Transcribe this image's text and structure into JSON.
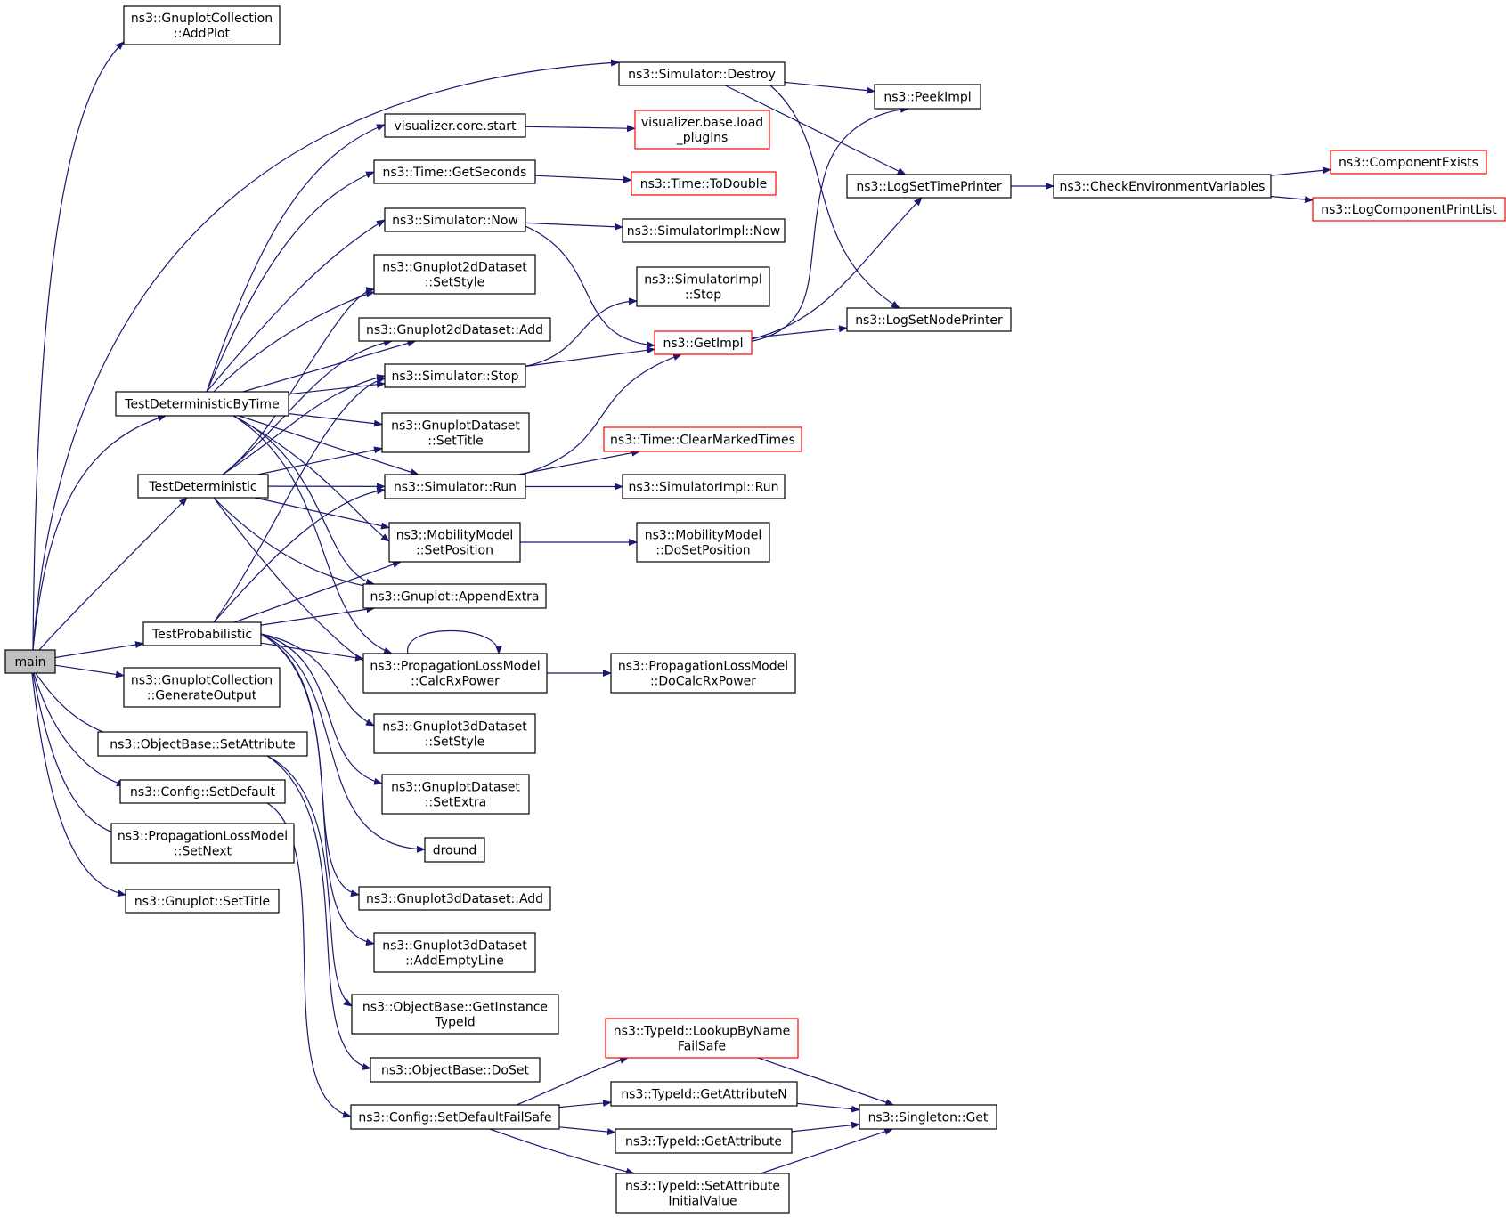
{
  "diagram": {
    "colors": {
      "edge": "#191970",
      "node_border": "#000000",
      "node_border_undocumented": "#ff0000",
      "root_fill": "#bfbfbf",
      "node_fill": "#ffffff",
      "text": "#000000"
    },
    "nodes": [
      {
        "id": "main",
        "lines": [
          "main"
        ],
        "root": true
      },
      {
        "id": "addplot",
        "lines": [
          "ns3::GnuplotCollection",
          "::AddPlot"
        ]
      },
      {
        "id": "simdestroy",
        "lines": [
          "ns3::Simulator::Destroy"
        ]
      },
      {
        "id": "peekimpl",
        "lines": [
          "ns3::PeekImpl"
        ]
      },
      {
        "id": "vizstart",
        "lines": [
          "visualizer.core.start"
        ]
      },
      {
        "id": "vizload",
        "lines": [
          "visualizer.base.load",
          "_plugins"
        ],
        "red": true
      },
      {
        "id": "getseconds",
        "lines": [
          "ns3::Time::GetSeconds"
        ]
      },
      {
        "id": "todouble",
        "lines": [
          "ns3::Time::ToDouble"
        ],
        "red": true
      },
      {
        "id": "logsettime",
        "lines": [
          "ns3::LogSetTimePrinter"
        ]
      },
      {
        "id": "checkenv",
        "lines": [
          "ns3::CheckEnvironmentVariables"
        ]
      },
      {
        "id": "compexists",
        "lines": [
          "ns3::ComponentExists"
        ],
        "red": true
      },
      {
        "id": "logcompprint",
        "lines": [
          "ns3::LogComponentPrintList"
        ],
        "red": true
      },
      {
        "id": "simnow",
        "lines": [
          "ns3::Simulator::Now"
        ]
      },
      {
        "id": "simimplnow",
        "lines": [
          "ns3::SimulatorImpl::Now"
        ]
      },
      {
        "id": "g2dsetstyle",
        "lines": [
          "ns3::Gnuplot2dDataset",
          "::SetStyle"
        ]
      },
      {
        "id": "simimplstop",
        "lines": [
          "ns3::SimulatorImpl",
          "::Stop"
        ]
      },
      {
        "id": "logsetnode",
        "lines": [
          "ns3::LogSetNodePrinter"
        ]
      },
      {
        "id": "g2dadd",
        "lines": [
          "ns3::Gnuplot2dDataset::Add"
        ]
      },
      {
        "id": "getimpl",
        "lines": [
          "ns3::GetImpl"
        ],
        "red": true
      },
      {
        "id": "simstop",
        "lines": [
          "ns3::Simulator::Stop"
        ]
      },
      {
        "id": "tdbt",
        "lines": [
          "TestDeterministicByTime"
        ]
      },
      {
        "id": "gdsettitle",
        "lines": [
          "ns3::GnuplotDataset",
          "::SetTitle"
        ]
      },
      {
        "id": "clearmarked",
        "lines": [
          "ns3::Time::ClearMarkedTimes"
        ],
        "red": true
      },
      {
        "id": "testdet",
        "lines": [
          "TestDeterministic"
        ]
      },
      {
        "id": "simrun",
        "lines": [
          "ns3::Simulator::Run"
        ]
      },
      {
        "id": "simimplrun",
        "lines": [
          "ns3::SimulatorImpl::Run"
        ]
      },
      {
        "id": "mmsetpos",
        "lines": [
          "ns3::MobilityModel",
          "::SetPosition"
        ]
      },
      {
        "id": "mmdosetpos",
        "lines": [
          "ns3::MobilityModel",
          "::DoSetPosition"
        ]
      },
      {
        "id": "appendextra",
        "lines": [
          "ns3::Gnuplot::AppendExtra"
        ]
      },
      {
        "id": "testprob",
        "lines": [
          "TestProbabilistic"
        ]
      },
      {
        "id": "calcrx",
        "lines": [
          "ns3::PropagationLossModel",
          "::CalcRxPower"
        ]
      },
      {
        "id": "docalcrx",
        "lines": [
          "ns3::PropagationLossModel",
          "::DoCalcRxPower"
        ]
      },
      {
        "id": "genoutput",
        "lines": [
          "ns3::GnuplotCollection",
          "::GenerateOutput"
        ]
      },
      {
        "id": "g3dsetstyle",
        "lines": [
          "ns3::Gnuplot3dDataset",
          "::SetStyle"
        ]
      },
      {
        "id": "obsetattr",
        "lines": [
          "ns3::ObjectBase::SetAttribute"
        ]
      },
      {
        "id": "configsetdef",
        "lines": [
          "ns3::Config::SetDefault"
        ]
      },
      {
        "id": "gdsetextra",
        "lines": [
          "ns3::GnuplotDataset",
          "::SetExtra"
        ]
      },
      {
        "id": "plmsetnext",
        "lines": [
          "ns3::PropagationLossModel",
          "::SetNext"
        ]
      },
      {
        "id": "dround",
        "lines": [
          "dround"
        ]
      },
      {
        "id": "gnuplotsettitle",
        "lines": [
          "ns3::Gnuplot::SetTitle"
        ]
      },
      {
        "id": "g3dadd",
        "lines": [
          "ns3::Gnuplot3dDataset::Add"
        ]
      },
      {
        "id": "g3daddempty",
        "lines": [
          "ns3::Gnuplot3dDataset",
          "::AddEmptyLine"
        ]
      },
      {
        "id": "obgetinst",
        "lines": [
          "ns3::ObjectBase::GetInstance",
          "TypeId"
        ]
      },
      {
        "id": "lookupbyname",
        "lines": [
          "ns3::TypeId::LookupByName",
          "FailSafe"
        ],
        "red": true
      },
      {
        "id": "obdoset",
        "lines": [
          "ns3::ObjectBase::DoSet"
        ]
      },
      {
        "id": "getattrn",
        "lines": [
          "ns3::TypeId::GetAttributeN"
        ]
      },
      {
        "id": "configsetdeffs",
        "lines": [
          "ns3::Config::SetDefaultFailSafe"
        ]
      },
      {
        "id": "singletonget",
        "lines": [
          "ns3::Singleton::Get"
        ]
      },
      {
        "id": "getattr",
        "lines": [
          "ns3::TypeId::GetAttribute"
        ]
      },
      {
        "id": "setattrinit",
        "lines": [
          "ns3::TypeId::SetAttribute",
          "InitialValue"
        ]
      }
    ],
    "edges": [
      [
        "main",
        "addplot"
      ],
      [
        "main",
        "simdestroy"
      ],
      [
        "main",
        "tdbt"
      ],
      [
        "main",
        "testdet"
      ],
      [
        "main",
        "testprob"
      ],
      [
        "main",
        "genoutput"
      ],
      [
        "main",
        "obsetattr"
      ],
      [
        "main",
        "configsetdef"
      ],
      [
        "main",
        "plmsetnext"
      ],
      [
        "main",
        "gnuplotsettitle"
      ],
      [
        "simdestroy",
        "peekimpl"
      ],
      [
        "simdestroy",
        "logsettime"
      ],
      [
        "simdestroy",
        "logsetnode"
      ],
      [
        "vizstart",
        "vizload"
      ],
      [
        "getseconds",
        "todouble"
      ],
      [
        "simnow",
        "simimplnow"
      ],
      [
        "simnow",
        "getimpl"
      ],
      [
        "simstop",
        "simimplstop"
      ],
      [
        "simstop",
        "getimpl"
      ],
      [
        "simrun",
        "clearmarked"
      ],
      [
        "simrun",
        "simimplrun"
      ],
      [
        "simrun",
        "getimpl"
      ],
      [
        "getimpl",
        "peekimpl"
      ],
      [
        "getimpl",
        "logsettime"
      ],
      [
        "getimpl",
        "logsetnode"
      ],
      [
        "logsettime",
        "checkenv"
      ],
      [
        "checkenv",
        "compexists"
      ],
      [
        "checkenv",
        "logcompprint"
      ],
      [
        "mmsetpos",
        "mmdosetpos"
      ],
      [
        "calcrx",
        "docalcrx"
      ],
      [
        "calcrx",
        "calcrx"
      ],
      [
        "tdbt",
        "vizstart"
      ],
      [
        "tdbt",
        "getseconds"
      ],
      [
        "tdbt",
        "simnow"
      ],
      [
        "tdbt",
        "g2dsetstyle"
      ],
      [
        "tdbt",
        "g2dadd"
      ],
      [
        "tdbt",
        "simstop"
      ],
      [
        "tdbt",
        "gdsettitle"
      ],
      [
        "tdbt",
        "simrun"
      ],
      [
        "tdbt",
        "mmsetpos"
      ],
      [
        "tdbt",
        "appendextra"
      ],
      [
        "tdbt",
        "calcrx"
      ],
      [
        "testdet",
        "g2dsetstyle"
      ],
      [
        "testdet",
        "g2dadd"
      ],
      [
        "testdet",
        "simstop"
      ],
      [
        "testdet",
        "gdsettitle"
      ],
      [
        "testdet",
        "simrun"
      ],
      [
        "testdet",
        "mmsetpos"
      ],
      [
        "testdet",
        "appendextra"
      ],
      [
        "testdet",
        "calcrx"
      ],
      [
        "testprob",
        "simstop"
      ],
      [
        "testprob",
        "simrun"
      ],
      [
        "testprob",
        "mmsetpos"
      ],
      [
        "testprob",
        "appendextra"
      ],
      [
        "testprob",
        "calcrx"
      ],
      [
        "testprob",
        "g3dsetstyle"
      ],
      [
        "testprob",
        "gdsetextra"
      ],
      [
        "testprob",
        "dround"
      ],
      [
        "testprob",
        "g3dadd"
      ],
      [
        "testprob",
        "g3daddempty"
      ],
      [
        "obsetattr",
        "obgetinst"
      ],
      [
        "obsetattr",
        "obdoset"
      ],
      [
        "configsetdef",
        "configsetdeffs"
      ],
      [
        "configsetdeffs",
        "lookupbyname"
      ],
      [
        "configsetdeffs",
        "getattrn"
      ],
      [
        "configsetdeffs",
        "getattr"
      ],
      [
        "configsetdeffs",
        "setattrinit"
      ],
      [
        "lookupbyname",
        "singletonget"
      ],
      [
        "getattrn",
        "singletonget"
      ],
      [
        "getattr",
        "singletonget"
      ],
      [
        "setattrinit",
        "singletonget"
      ]
    ]
  }
}
